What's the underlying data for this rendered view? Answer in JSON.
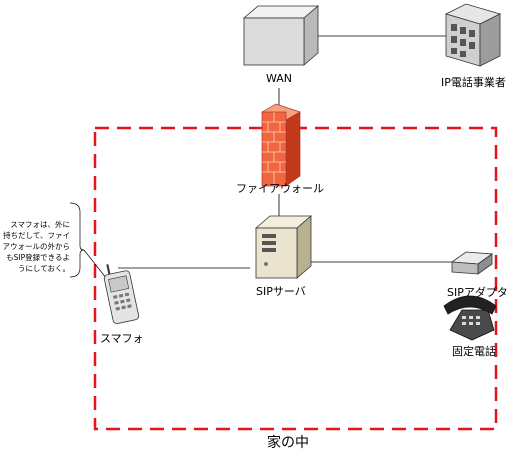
{
  "nodes": {
    "wan": {
      "label": "WAN",
      "icon": "cloud-box-icon"
    },
    "ip_provider": {
      "label": "IP電話事業者",
      "icon": "building-icon"
    },
    "firewall": {
      "label": "ファイアウォール",
      "icon": "firewall-icon"
    },
    "sip_server": {
      "label": "SIPサーバ",
      "icon": "server-icon"
    },
    "smartphone": {
      "label": "スマフォ",
      "icon": "mobile-phone-icon"
    },
    "sip_adapter": {
      "label": "SIPアダプタ",
      "icon": "adapter-icon"
    },
    "landline": {
      "label": "固定電話",
      "icon": "telephone-icon"
    }
  },
  "note": {
    "lines": [
      "スマフォは、外に",
      "持ちだして、ファイ",
      "アウォールの外から",
      "もSIP登録できるよ",
      "うにしておく。"
    ]
  },
  "home_zone": {
    "label": "家の中",
    "border_color": "#e8141b"
  },
  "colors": {
    "line": "#000000",
    "firewall_red": "#f0663e",
    "server_beige": "#e9e3cf"
  }
}
